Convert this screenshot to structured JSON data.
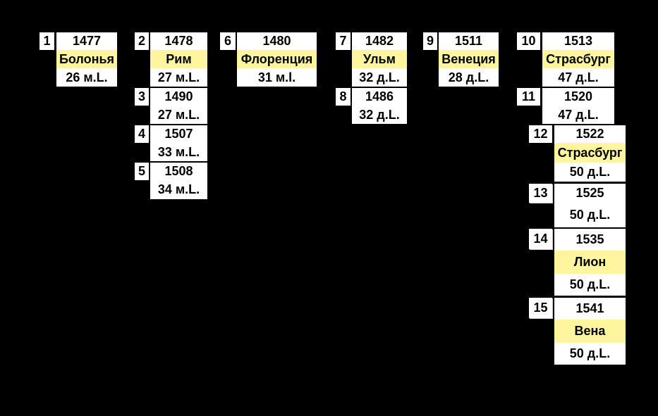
{
  "editions": [
    {
      "n": "1",
      "year": "1477",
      "city": "Болонья",
      "size": "26 м.L."
    },
    {
      "n": "2",
      "year": "1478",
      "city": "Рим",
      "size": "27 м.L."
    },
    {
      "n": "3",
      "year": "1490",
      "size": "27 м.L."
    },
    {
      "n": "4",
      "year": "1507",
      "size": "33 м.L."
    },
    {
      "n": "5",
      "year": "1508",
      "size": "34 м.L."
    },
    {
      "n": "6",
      "year": "1480",
      "city": "Флоренция",
      "size": "31 м.l."
    },
    {
      "n": "7",
      "year": "1482",
      "city": "Ульм",
      "size": "32 д.L."
    },
    {
      "n": "8",
      "year": "1486",
      "size": "32 д.L."
    },
    {
      "n": "9",
      "year": "1511",
      "city": "Венеция",
      "size": "28 д.L."
    },
    {
      "n": "10",
      "year": "1513",
      "city": "Страсбург",
      "size": "47 д.L."
    },
    {
      "n": "11",
      "year": "1520",
      "size": "47 д.L."
    },
    {
      "n": "12",
      "year": "1522",
      "city": "Страсбург",
      "size": "50 д.L."
    },
    {
      "n": "13",
      "year": "1525",
      "size": "50 д.L."
    },
    {
      "n": "14",
      "year": "1535",
      "city": "Лион",
      "size": "50 д.L."
    },
    {
      "n": "15",
      "year": "1541",
      "city": "Вена",
      "size": "50 д.L."
    }
  ],
  "colors": {
    "background": "#000000",
    "cell": "#ffffff",
    "city_highlight": "#fff59e"
  }
}
